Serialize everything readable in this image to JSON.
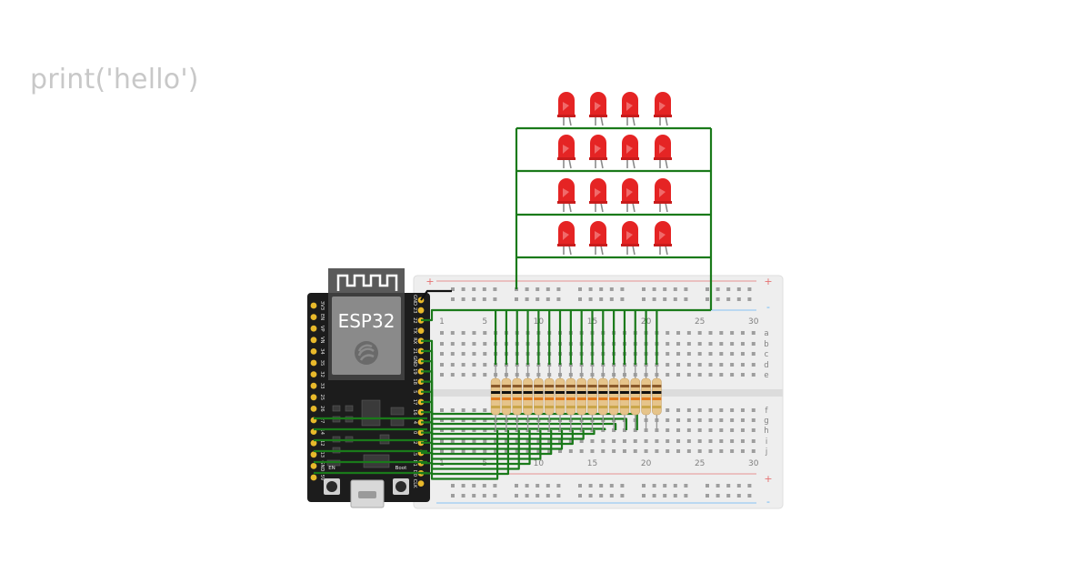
{
  "code": {
    "text": "print('hello')"
  },
  "board": {
    "name": "ESP32",
    "module_label": "ESP32",
    "boot_label": "Boot",
    "en_label": "EN",
    "left_pins": [
      "3V3",
      "EN",
      "VP",
      "VN",
      "34",
      "35",
      "32",
      "33",
      "25",
      "26",
      "27",
      "14",
      "12",
      "13",
      "GND",
      "5V"
    ],
    "right_pins": [
      "GND",
      "23",
      "22",
      "TX",
      "RX",
      "21",
      "GND",
      "19",
      "18",
      "5",
      "17",
      "16",
      "4",
      "0",
      "2",
      "15",
      "D1",
      "D0",
      "CLK"
    ],
    "wifi_icon": "wifi-logo-icon",
    "usb_icon": "usb-port-icon"
  },
  "breadboard": {
    "column_labels": [
      "1",
      "5",
      "10",
      "15",
      "20",
      "25",
      "30"
    ],
    "top_rows": [
      "a",
      "b",
      "c",
      "d",
      "e"
    ],
    "bottom_rows": [
      "f",
      "g",
      "h",
      "i",
      "j"
    ],
    "plus_sign": "+",
    "minus_sign": "-",
    "rail_plus_color": "#e57373",
    "rail_minus_color": "#64b5f6"
  },
  "leds": {
    "rows": 4,
    "cols": 4,
    "color": "#e52424"
  },
  "resistors": {
    "count": 16
  },
  "wire_color": "#1a7a1a"
}
